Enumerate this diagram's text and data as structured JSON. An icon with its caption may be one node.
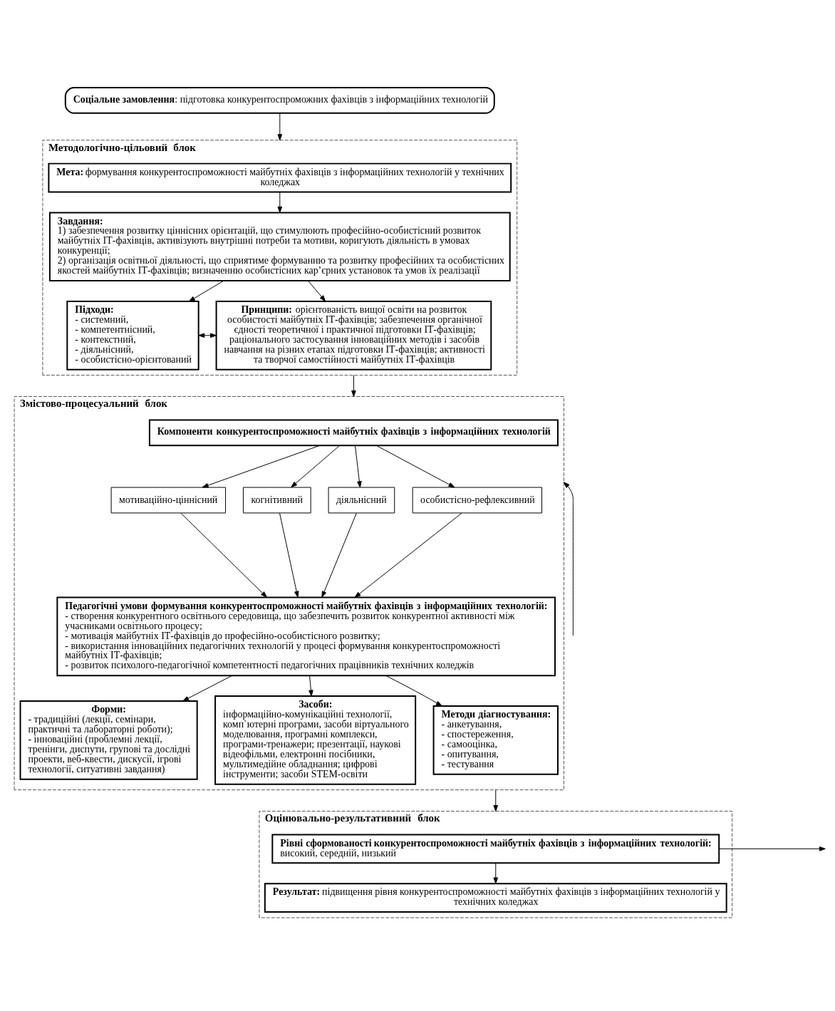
{
  "diagram": {
    "nodes": [
      {
        "text": [
          "**Соціальне замовлення**: підготовка конкурентоспроможних фахівців з інформаційних технологій"
        ]
      },
      {
        "text": [
          "Методологічно-цільовий блок"
        ]
      },
      {
        "text": [
          "**Мета:** формування конкурентоспроможності майбутніх фахівців з інформаційних технологій у технічних коледжах"
        ],
        "in": 1
      },
      {
        "text": [
          "Завдання:",
          "1) забезпечення розвитку ціннісних орієнтацій, що стимулюють професійно-особистісний розвиток майбутніх ІТ-фахівців, активізують внутрішні потреби та мотиви, коригують діяльність в умовах конкуренції;",
          "2) організація освітньої діяльності, що сприятиме формуванню та розвитку професійних та особистісних якостей майбутніх ІТ-фахівців; визначенню особистісних кар’єрних установок та умов їх реалізації"
        ],
        "in": 1
      },
      {
        "text": [
          "Підходи:",
          "- системний,",
          "- компетентнісний,",
          "- контекстний,",
          "- діяльнісний,",
          "- особистісно-орієнтований"
        ],
        "in": 1
      },
      {
        "text": [
          "**Принципи:** орієнтованість вищої освіти на розвиток особистості майбутніх ІТ-фахівців; забезпечення органічної єдності теоретичної і практичної підготовки ІТ-фахівців; раціонального застосування інноваційних методів і засобів навчання на різних етапах підготовки ІТ-фахівців; активності та творчої самостійності майбутніх ІТ-фахівців"
        ],
        "in": 1
      },
      {
        "text": [
          "Змістово-процесуальний блок"
        ]
      },
      {
        "text": [
          "Компоненти конкурентоспроможності майбутніх фахівців з інформаційних технологій"
        ],
        "in": 6
      },
      {
        "text": [
          "мотиваційно-ціннісний"
        ],
        "in": 6
      },
      {
        "text": [
          "когнітивний"
        ],
        "in": 6
      },
      {
        "text": [
          "діяльнісний"
        ],
        "in": 6
      },
      {
        "text": [
          "особистісно-рефлексивний"
        ],
        "in": 6
      },
      {
        "text": [
          "Педагогічні умови формування конкурентоспроможності майбутніх фахівців з інформаційних технологій:",
          "- створення конкурентного освітнього середовища, що забезпечить розвиток конкурентної активності між учасниками освітнього процесу;",
          "- мотивація майбутніх ІТ-фахівців до професійно-особистісного розвитку;",
          "- використання інноваційних педагогічних технологій у процесі формування конкурентоспроможності майбутніх ІТ-фахівців;",
          "- розвиток психолого-педагогічної компетентності педагогічних працівників технічних коледжів"
        ],
        "in": 6
      },
      {
        "text": [
          "Форми:",
          "- традиційні (лекції, семінари, практичні та лабораторні роботи);",
          "- інноваційні (проблемні лекції, тренінги, диспути, групові та дослідні проекти, веб-квести, дискусії, ігрові технології, ситуативні завдання)"
        ],
        "in": 6
      },
      {
        "text": [
          "Засоби:",
          "інформаційно-комунікаційні технології, комп`ютерні програми, засоби віртуального моделювання, програмні комплекси, програми-тренажери; презентації, наукові відеофільми, електронні посібники, мультимедійне обладнання; цифрові інструменти; засоби STEM-освіти"
        ],
        "in": 6
      },
      {
        "text": [
          "Методи діагностування:",
          "- анкетування,",
          "- спостереження,",
          "- самооцінка,",
          "- опитування,",
          "- тестування"
        ],
        "in": 6
      },
      {
        "text": [
          "Оцінювально-результативний блок"
        ]
      },
      {
        "text": [
          "Рівні сформованості конкурентоспроможності майбутніх фахівців з інформаційних технологій:",
          "високий, середній, низький"
        ],
        "in": 16
      },
      {
        "text": [
          "**Результат:** підвищення рівня конкурентоспроможності майбутніх фахівців з інформаційних технологій у технічних коледжах"
        ],
        "in": 16
      }
    ],
    "edges": [
      {
        "from": 0,
        "to": 1,
        "arrow": "to"
      },
      {
        "from": 2,
        "to": 3,
        "arrow": "to"
      },
      {
        "from": 3,
        "to": 4,
        "arrow": "to"
      },
      {
        "from": 3,
        "to": 5,
        "arrow": "to"
      },
      {
        "from": 4,
        "to": 5,
        "arrow": "both"
      },
      {
        "from": 1,
        "to": 6,
        "arrow": "to"
      },
      {
        "from": 7,
        "to": 8,
        "arrow": "to"
      },
      {
        "from": 7,
        "to": 9,
        "arrow": "to"
      },
      {
        "from": 7,
        "to": 10,
        "arrow": "to"
      },
      {
        "from": 7,
        "to": 11,
        "arrow": "to"
      },
      {
        "from": 8,
        "to": 12,
        "arrow": "to"
      },
      {
        "from": 9,
        "to": 12,
        "arrow": "to"
      },
      {
        "from": 10,
        "to": 12,
        "arrow": "to"
      },
      {
        "from": 11,
        "to": 12,
        "arrow": "to"
      },
      {
        "from": 12,
        "to": 13,
        "arrow": "to"
      },
      {
        "from": 12,
        "to": 14,
        "arrow": "to"
      },
      {
        "from": 12,
        "to": 15,
        "arrow": "to"
      },
      {
        "from": 6,
        "to": 16,
        "arrow": "to"
      },
      {
        "from": 17,
        "to": 18,
        "arrow": "to"
      },
      {
        "from": null,
        "to": 6,
        "arrow": "to"
      },
      {
        "from": 17,
        "to": null,
        "arrow": "to"
      }
    ]
  }
}
